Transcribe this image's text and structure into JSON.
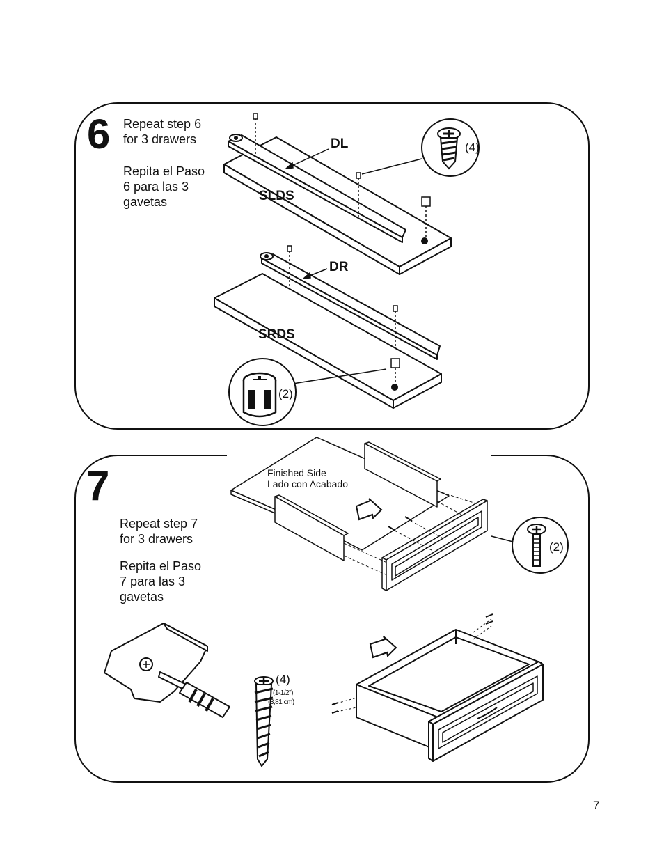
{
  "step6": {
    "number": "6",
    "text_en": [
      "Repeat step 6",
      "for 3 drawers"
    ],
    "text_es": [
      "Repita el Paso",
      "6 para las 3",
      "gavetas"
    ],
    "labels": {
      "dl": "DL",
      "slds": "SLDS",
      "dr": "DR",
      "srds": "SRDS"
    },
    "callout_screw_qty": "(4)",
    "callout_cam_qty": "(2)"
  },
  "step7": {
    "number": "7",
    "text_en": [
      "Repeat step 7",
      "for 3 drawers"
    ],
    "text_es": [
      "Repita el Paso",
      "7 para las 3",
      "gavetas"
    ],
    "finished_side": [
      "Finished Side",
      "Lado con Acabado"
    ],
    "callout_bolt_qty": "(2)",
    "callout_screw_qty": "(4)",
    "screw_size_in": "(1-1/2\")",
    "screw_size_cm": "(3,81 cm)"
  },
  "page_number": "7",
  "icons": [
    "phillips-screw-icon",
    "cam-lock-icon",
    "machine-bolt-icon",
    "wood-screw-icon",
    "screwdriver-icon",
    "direction-arrow-icon"
  ]
}
